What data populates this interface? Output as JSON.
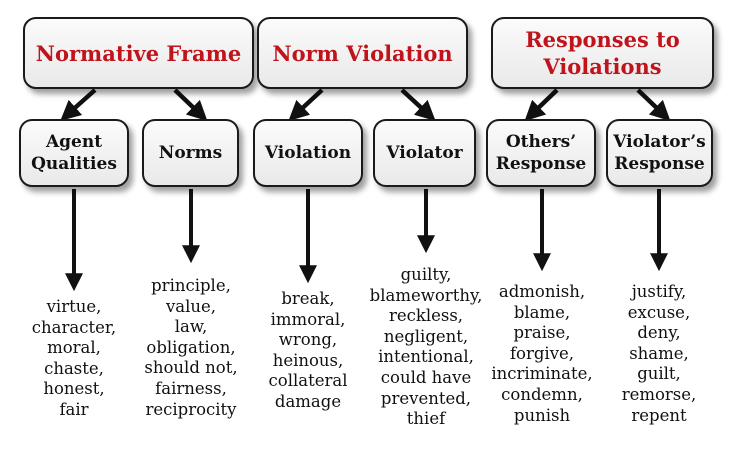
{
  "top_boxes": [
    {
      "id": "normative-frame",
      "lines": [
        "Normative Frame"
      ]
    },
    {
      "id": "norm-violation",
      "lines": [
        "Norm Violation"
      ]
    },
    {
      "id": "responses",
      "lines": [
        "Responses to",
        "Violations"
      ]
    }
  ],
  "sub_boxes": [
    {
      "id": "agent-qualities",
      "lines": [
        "Agent",
        "Qualities"
      ]
    },
    {
      "id": "norms",
      "lines": [
        "Norms"
      ]
    },
    {
      "id": "violation",
      "lines": [
        "Violation"
      ]
    },
    {
      "id": "violator",
      "lines": [
        "Violator"
      ]
    },
    {
      "id": "others-response",
      "lines": [
        "Others’",
        "Response"
      ]
    },
    {
      "id": "violators-response",
      "lines": [
        "Violator’s",
        "Response"
      ]
    }
  ],
  "word_lists": [
    {
      "id": "agent-qualities",
      "words": [
        "virtue,",
        "character,",
        "moral,",
        "chaste,",
        "honest,",
        "fair"
      ]
    },
    {
      "id": "norms",
      "words": [
        "principle,",
        "value,",
        "law,",
        "obligation,",
        "should not,",
        "fairness,",
        "reciprocity"
      ]
    },
    {
      "id": "violation",
      "words": [
        "break,",
        "immoral,",
        "wrong,",
        "heinous,",
        "collateral",
        "damage"
      ]
    },
    {
      "id": "violator",
      "words": [
        "guilty,",
        "blameworthy,",
        "reckless,",
        "negligent,",
        "intentional,",
        "could have",
        "prevented,",
        "thief"
      ]
    },
    {
      "id": "others-response",
      "words": [
        "admonish,",
        "blame,",
        "praise,",
        "forgive,",
        "incriminate,",
        "condemn,",
        "punish"
      ]
    },
    {
      "id": "violators-response",
      "words": [
        "justify,",
        "excuse,",
        "deny,",
        "shame,",
        "guilt,",
        "remorse,",
        "repent"
      ]
    }
  ],
  "colors": {
    "top_text": "#c0141c",
    "sub_text": "#111111",
    "border": "#1a1a1a"
  }
}
